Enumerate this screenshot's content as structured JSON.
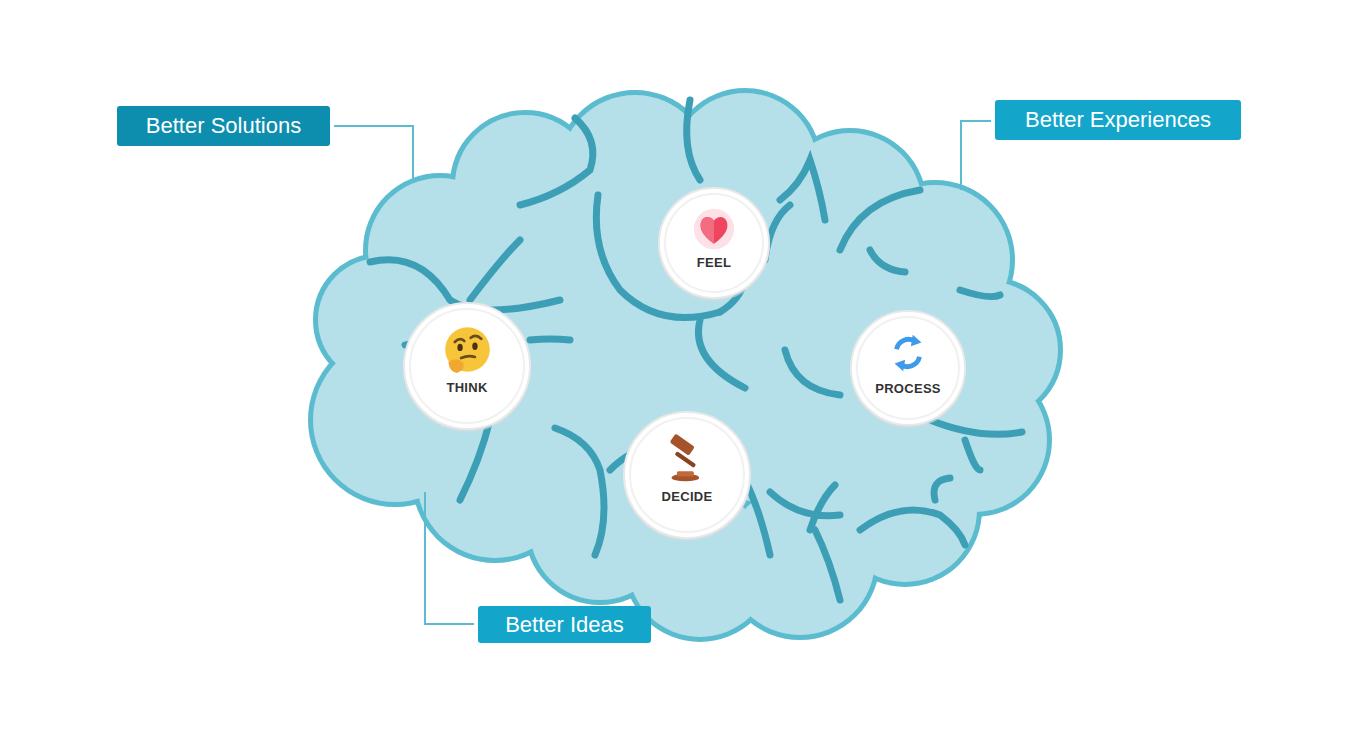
{
  "diagram": {
    "nodes": [
      {
        "text": [
          "Better Solutions"
        ]
      },
      {
        "text": [
          "Better Experiences"
        ]
      },
      {
        "text": [
          "FEEL"
        ]
      },
      {
        "text": [
          "THINK"
        ]
      },
      {
        "text": [
          "PROCESS"
        ]
      },
      {
        "text": [
          "DECIDE"
        ]
      },
      {
        "text": [
          "Better Ideas"
        ]
      }
    ]
  }
}
